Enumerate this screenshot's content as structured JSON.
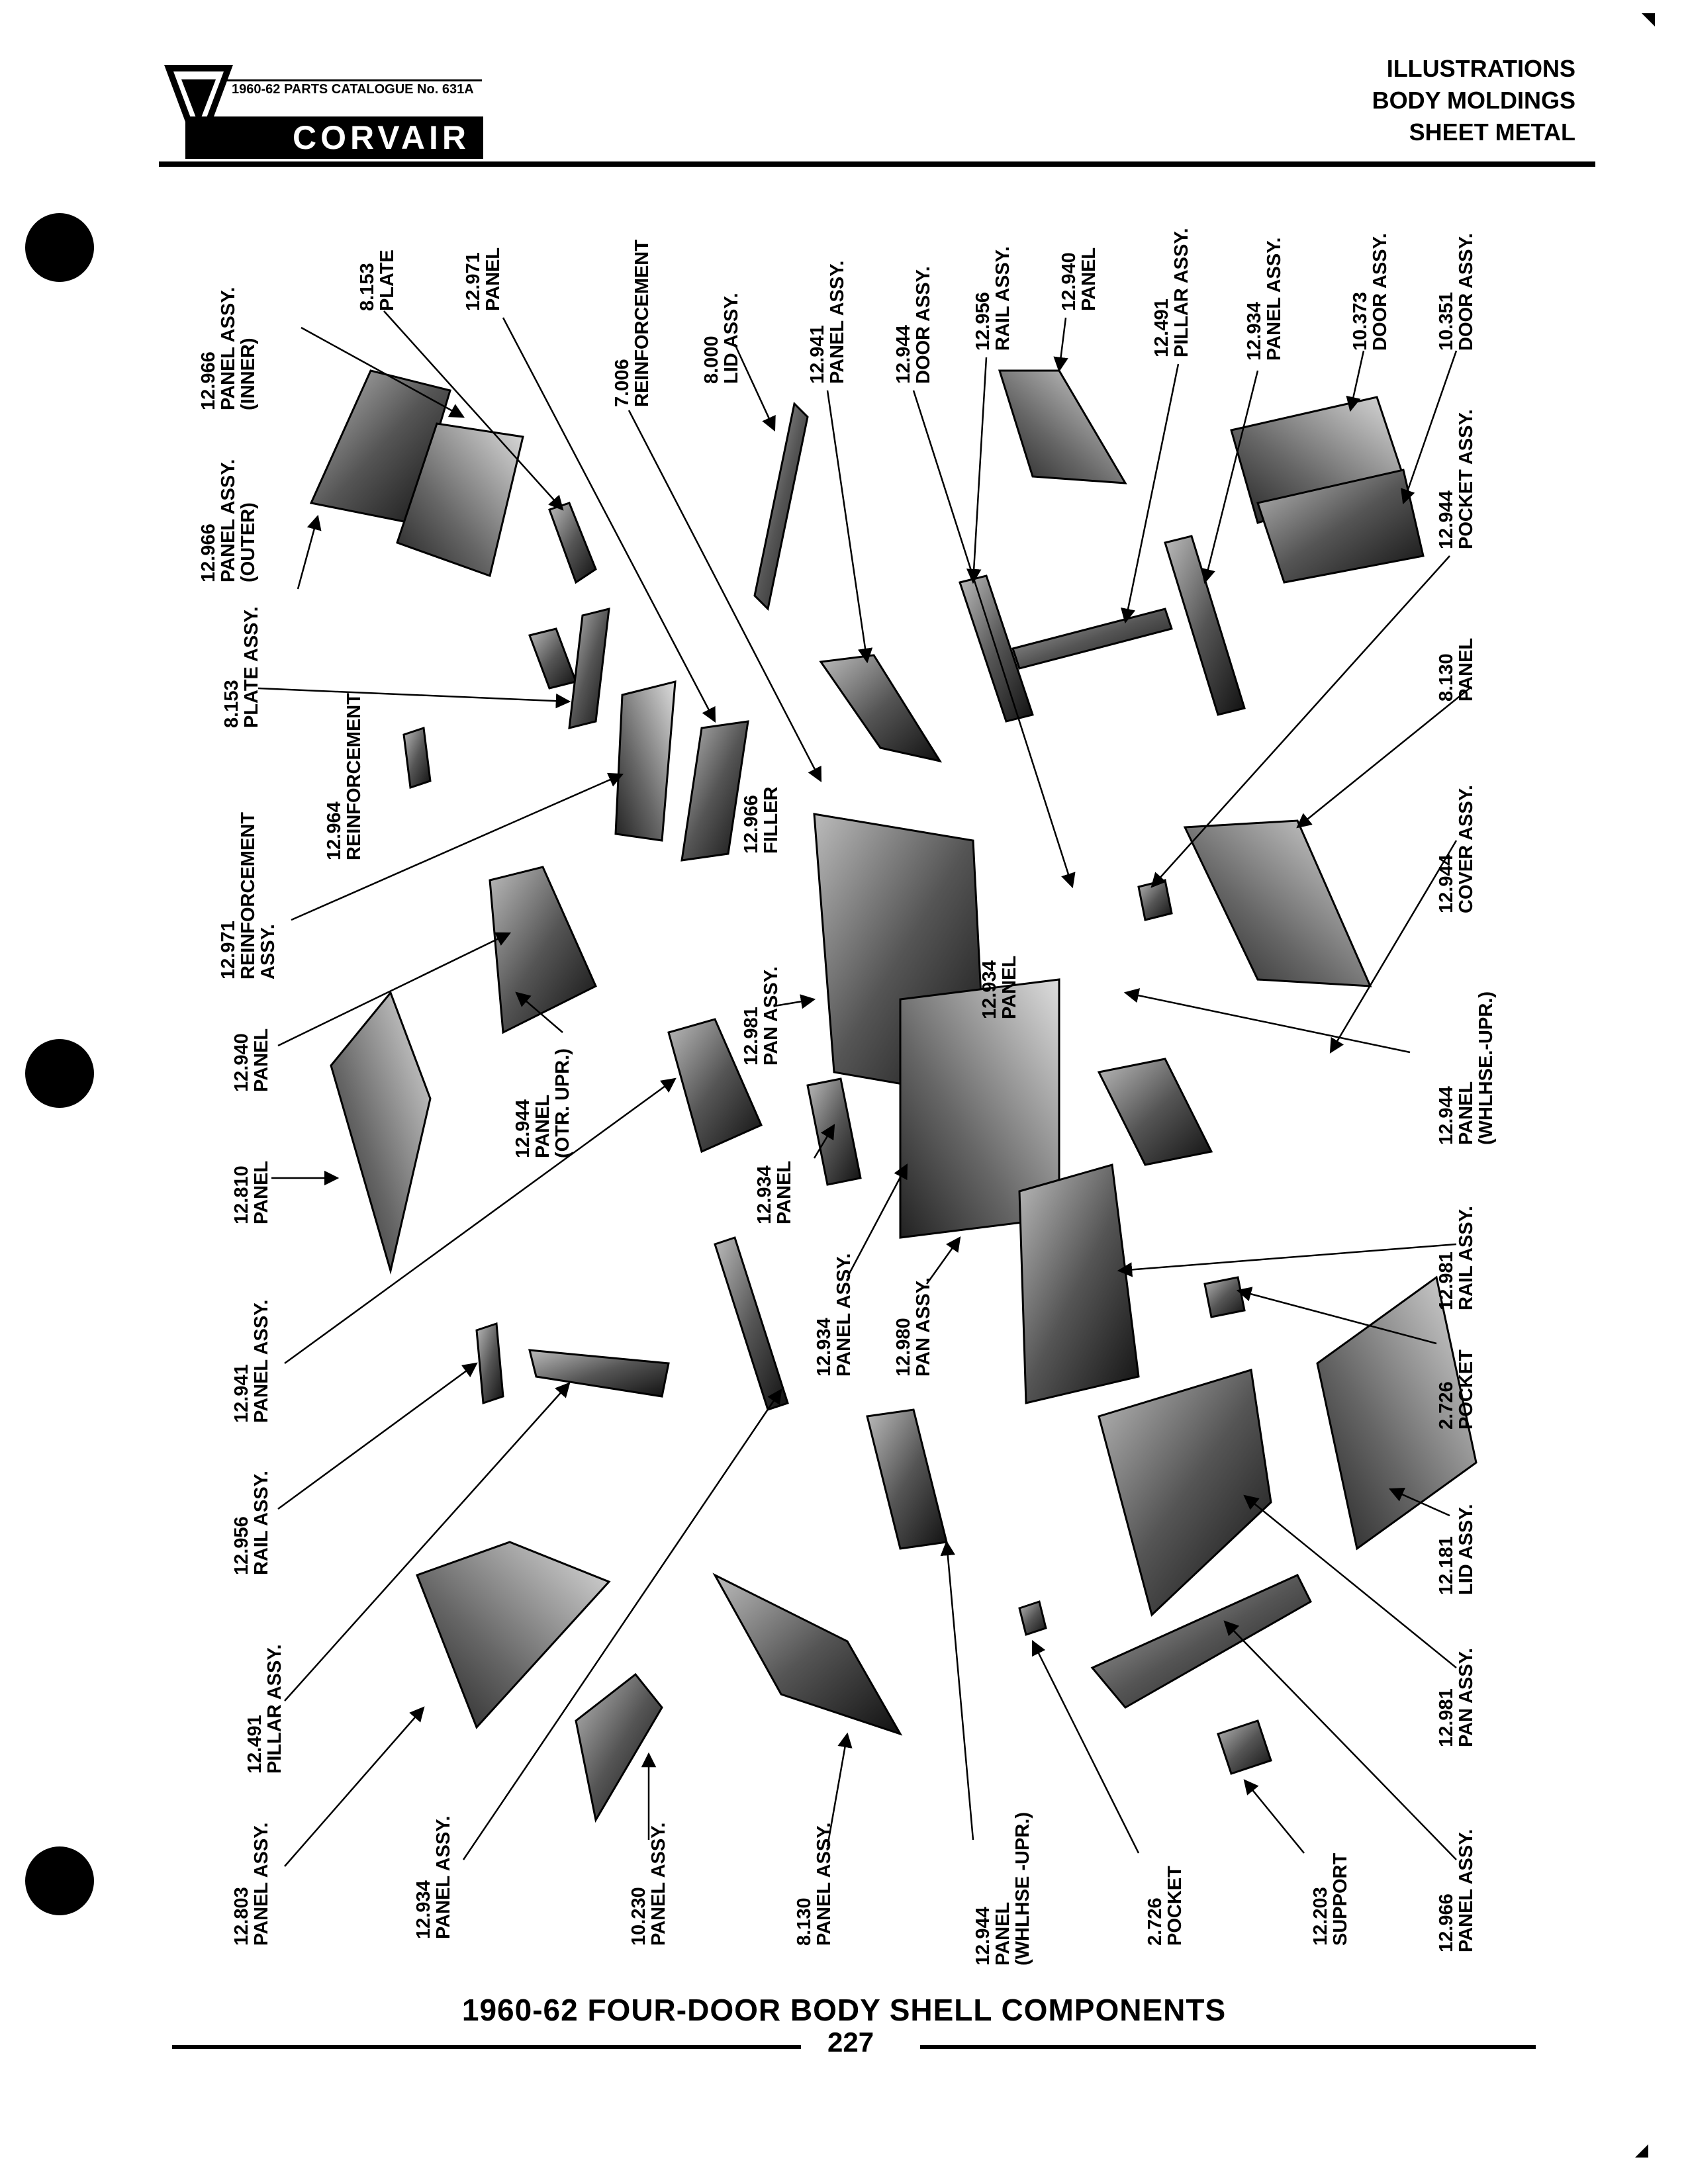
{
  "header": {
    "catalogue": "1960-62 PARTS CATALOGUE No. 631A",
    "brand": "CORVAIR",
    "section_lines": [
      "ILLUSTRATIONS",
      "BODY MOLDINGS",
      "SHEET METAL"
    ]
  },
  "labels": [
    {
      "id": "l1",
      "text": "12.966\nPANEL ASSY.\n(INNER)"
    },
    {
      "id": "l2",
      "text": "8.153\nPLATE"
    },
    {
      "id": "l3",
      "text": "12.971\nPANEL"
    },
    {
      "id": "l4",
      "text": "7.006\nREINFORCEMENT"
    },
    {
      "id": "l5",
      "text": "8.000\nLID ASSY."
    },
    {
      "id": "l6",
      "text": "12.941\nPANEL ASSY."
    },
    {
      "id": "l7",
      "text": "12.944\nDOOR ASSY."
    },
    {
      "id": "l8",
      "text": "12.956\nRAIL ASSY."
    },
    {
      "id": "l9",
      "text": "12.940\nPANEL"
    },
    {
      "id": "l10",
      "text": "12.491\nPILLAR ASSY."
    },
    {
      "id": "l11",
      "text": "12.934\nPANEL ASSY."
    },
    {
      "id": "l12",
      "text": "10.373\nDOOR ASSY."
    },
    {
      "id": "l13",
      "text": "10.351\nDOOR ASSY."
    },
    {
      "id": "l14",
      "text": "12.966\nPANEL ASSY.\n(OUTER)"
    },
    {
      "id": "l15",
      "text": "12.944\nPOCKET ASSY."
    },
    {
      "id": "l16",
      "text": "8.153\nPLATE ASSY."
    },
    {
      "id": "l17",
      "text": "12.964\nREINFORCEMENT"
    },
    {
      "id": "l18",
      "text": "8.130\nPANEL"
    },
    {
      "id": "l19",
      "text": "12.966\nFILLER"
    },
    {
      "id": "l20",
      "text": "12.934\nPANEL"
    },
    {
      "id": "l21",
      "text": "12.971\nREINFORCEMENT\nASSY."
    },
    {
      "id": "l22",
      "text": "12.944\nCOVER ASSY."
    },
    {
      "id": "l23",
      "text": "12.981\nPAN ASSY."
    },
    {
      "id": "l24",
      "text": "12.940\nPANEL"
    },
    {
      "id": "l25",
      "text": "12.944\nPANEL\n(OTR. UPR.)"
    },
    {
      "id": "l26",
      "text": "12.944\nPANEL\n(WHLHSE.-UPR.)"
    },
    {
      "id": "l27",
      "text": "12.810\nPANEL"
    },
    {
      "id": "l28",
      "text": "12.934\nPANEL"
    },
    {
      "id": "l29",
      "text": "12.981\nRAIL ASSY."
    },
    {
      "id": "l30",
      "text": "12.941\nPANEL ASSY."
    },
    {
      "id": "l31",
      "text": "12.934\nPANEL ASSY."
    },
    {
      "id": "l32",
      "text": "12.980\nPAN ASSY."
    },
    {
      "id": "l33",
      "text": "2.726\nPOCKET"
    },
    {
      "id": "l34",
      "text": "12.956\nRAIL ASSY."
    },
    {
      "id": "l35",
      "text": "12.181\nLID ASSY."
    },
    {
      "id": "l36",
      "text": "12.491\nPILLAR ASSY."
    },
    {
      "id": "l37",
      "text": "12.981\nPAN ASSY."
    },
    {
      "id": "l38",
      "text": "12.803\nPANEL ASSY."
    },
    {
      "id": "l39",
      "text": "12.934\nPANEL ASSY."
    },
    {
      "id": "l40",
      "text": "10.230\nPANEL ASSY."
    },
    {
      "id": "l41",
      "text": "8.130\nPANEL ASSY."
    },
    {
      "id": "l42",
      "text": "12.944\nPANEL\n(WHLHSE -UPR.)"
    },
    {
      "id": "l43",
      "text": "2.726\nPOCKET"
    },
    {
      "id": "l44",
      "text": "12.203\nSUPPORT"
    },
    {
      "id": "l45",
      "text": "12.966\nPANEL ASSY."
    }
  ],
  "caption": "1960-62 FOUR-DOOR BODY SHELL COMPONENTS",
  "page_number": "227"
}
